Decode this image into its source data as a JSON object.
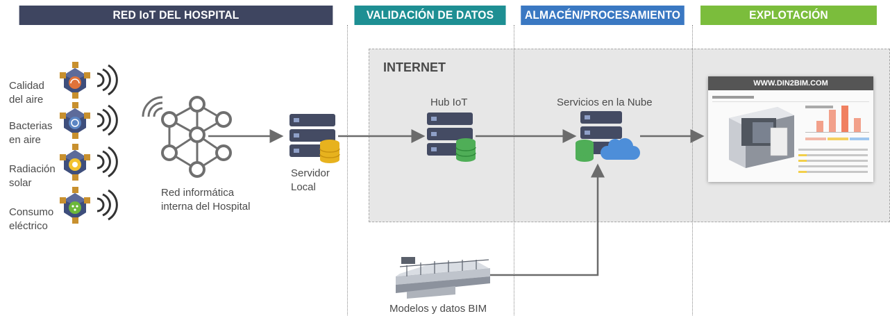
{
  "header": {
    "sections": [
      {
        "label": "RED IoT DEL HOSPITAL",
        "color": "#3e4560"
      },
      {
        "label": "VALIDACIÓN DE DATOS",
        "color": "#1e8f93"
      },
      {
        "label": "ALMACÉN/PROCESAMIENTO",
        "color": "#3a78c2"
      },
      {
        "label": "EXPLOTACIÓN",
        "color": "#7bbd3c"
      }
    ]
  },
  "sensors": [
    {
      "label": "Calidad\ndel aire",
      "icon": "air-quality-sensor-icon",
      "accent": "#e0733a"
    },
    {
      "label": "Bacterias\nen aire",
      "icon": "bacteria-sensor-icon",
      "accent": "#5b86c4"
    },
    {
      "label": "Radiación\nsolar",
      "icon": "solar-radiation-sensor-icon",
      "accent": "#f2c230"
    },
    {
      "label": "Consumo\neléctrico",
      "icon": "power-consumption-sensor-icon",
      "accent": "#6cb83a"
    }
  ],
  "network": {
    "label": "Red informática\ninterna del Hospital",
    "icon": "network-nodes-icon"
  },
  "local_server": {
    "label": "Servidor\nLocal",
    "icon": "server-database-icon"
  },
  "internet": {
    "label": "INTERNET"
  },
  "hub": {
    "label": "Hub IoT",
    "icon": "server-database-icon"
  },
  "cloud": {
    "label": "Servicios en la Nube",
    "icon": "server-cloud-icon"
  },
  "bim": {
    "label": "Modelos y datos BIM",
    "icon": "bim-model-icon"
  },
  "browser": {
    "url": "WWW.DIN2BIM.COM",
    "icon": "dashboard-screenshot"
  },
  "colors": {
    "server_dark": "#444b63",
    "db_green": "#4fae57",
    "db_yellow": "#e7b21e",
    "cloud_blue": "#4d8ed9",
    "arrow": "#6b6b6b"
  }
}
